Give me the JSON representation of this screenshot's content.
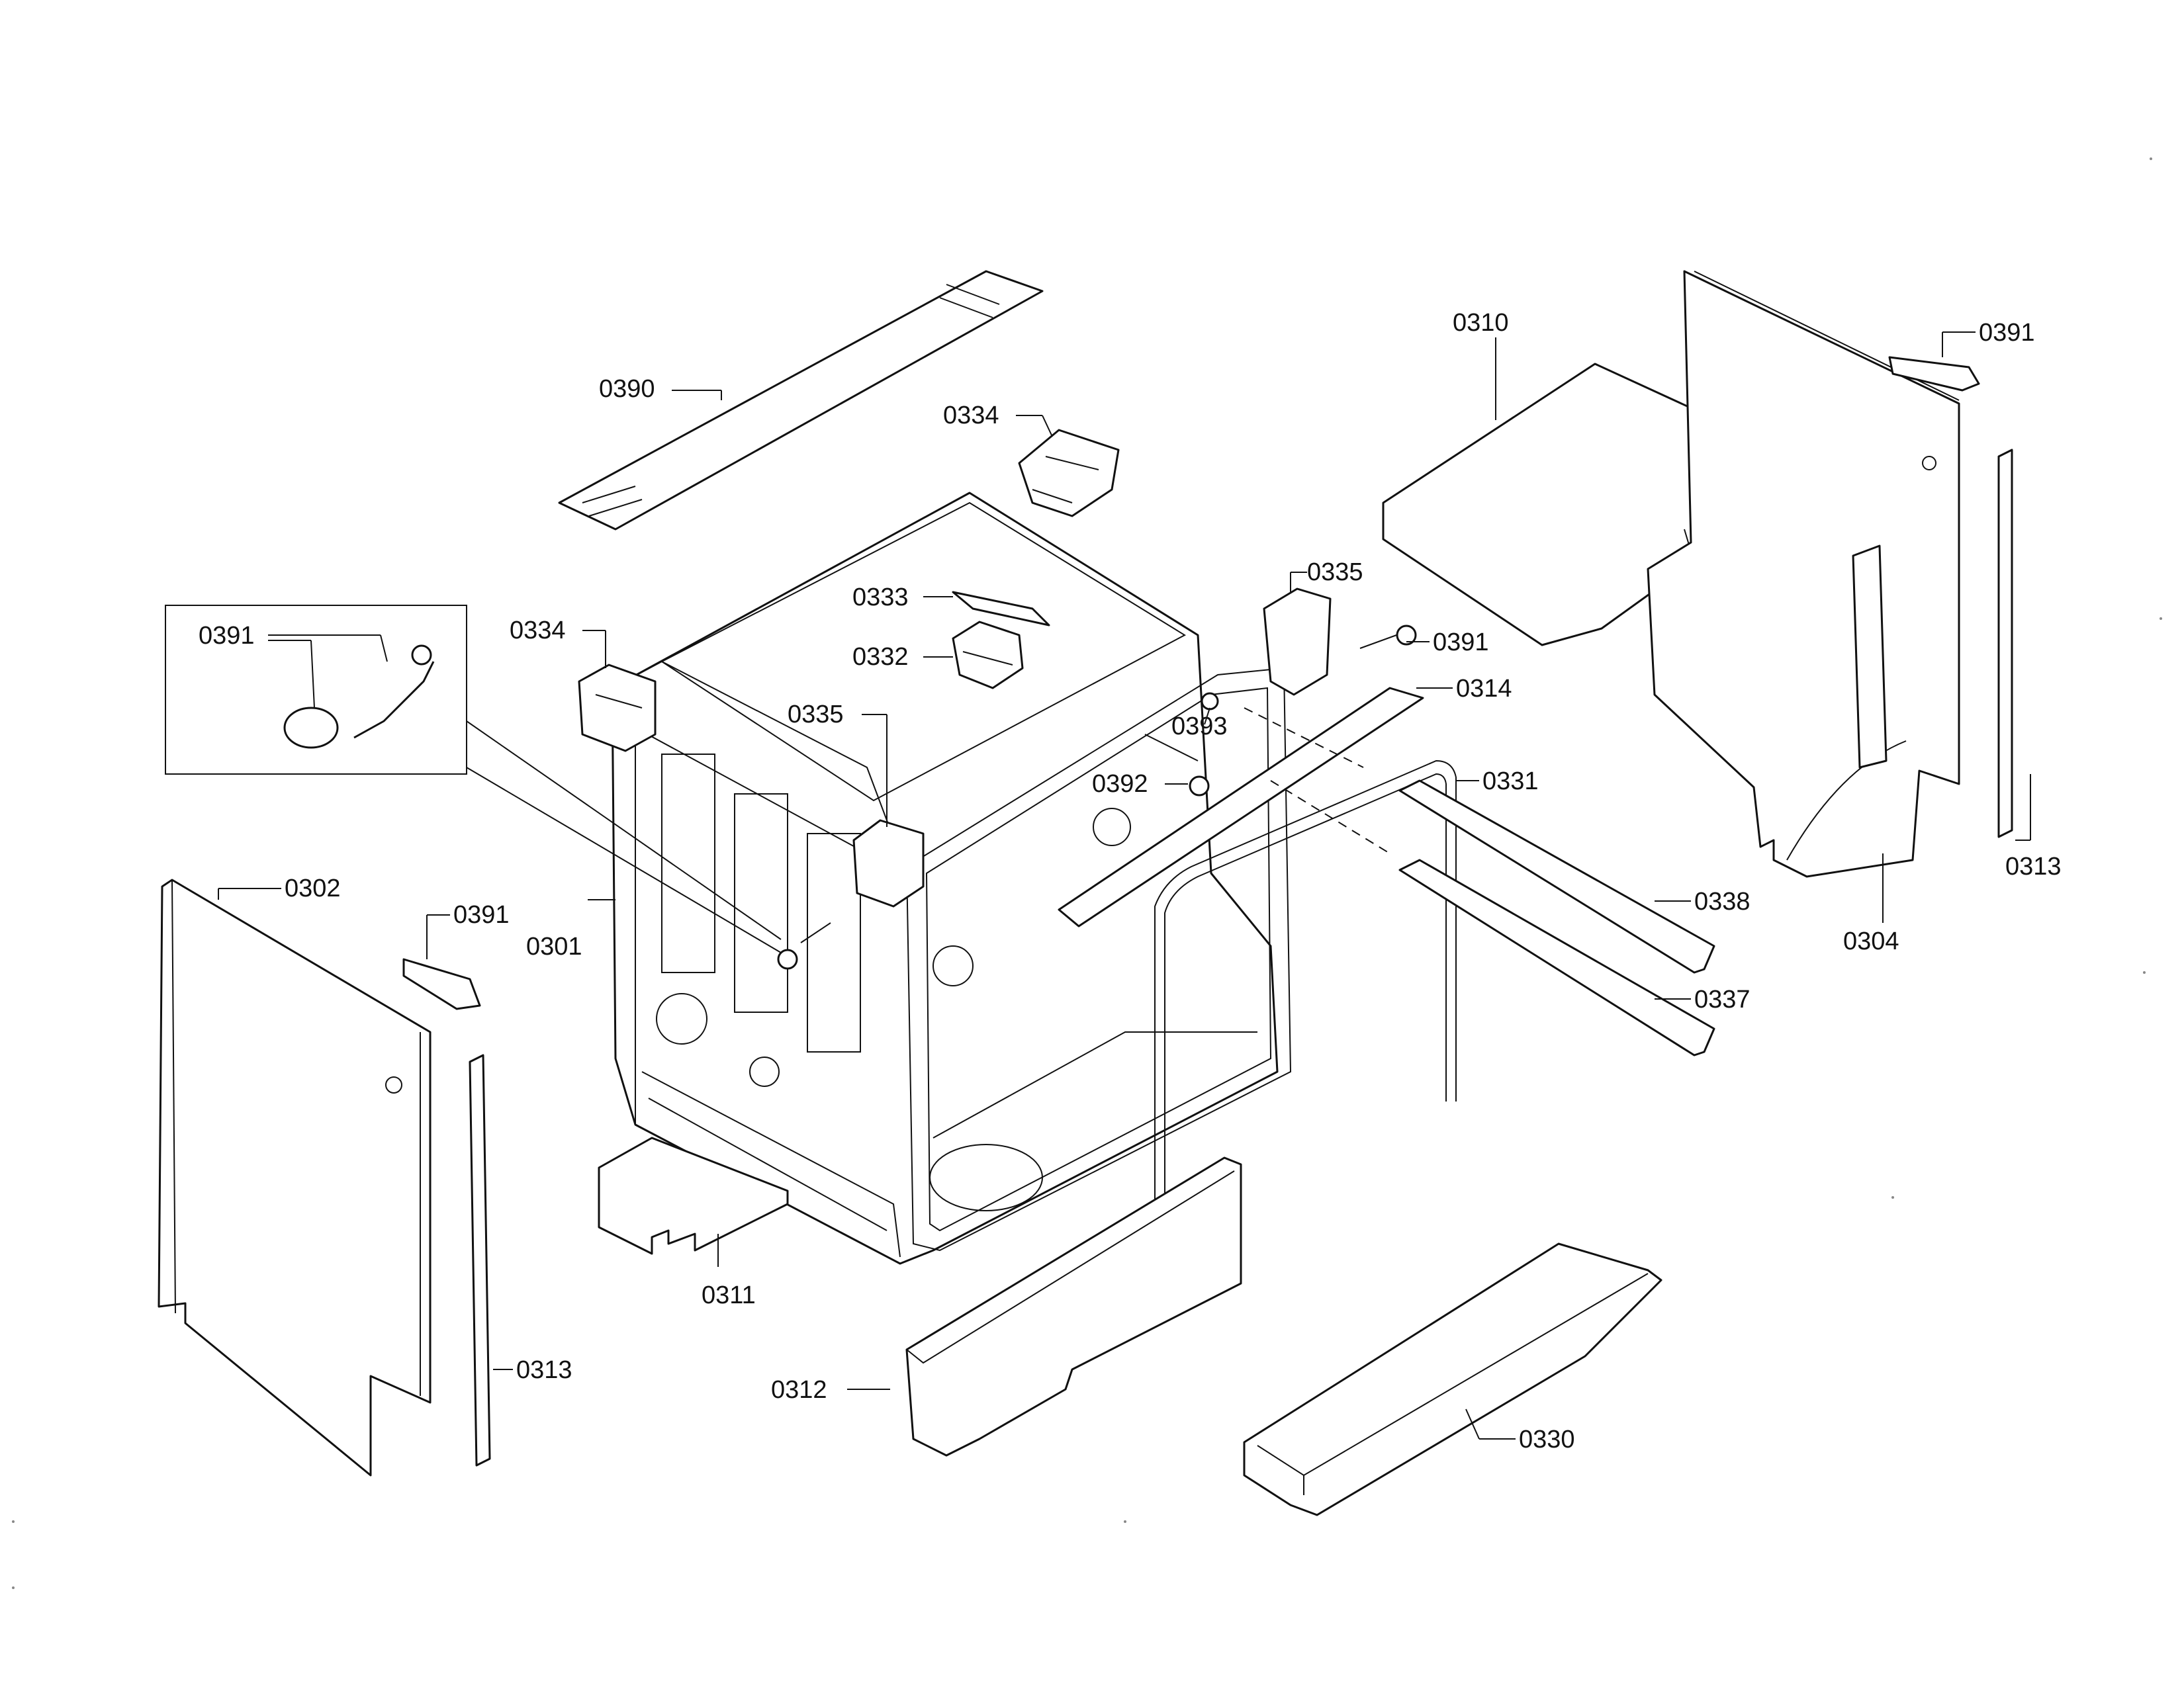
{
  "labels": {
    "l0390": "0390",
    "l0334a": "0334",
    "l0334b": "0334",
    "l0333": "0333",
    "l0332": "0332",
    "l0335a": "0335",
    "l0335b": "0335",
    "l0310": "0310",
    "l0391a": "0391",
    "l0391b": "0391",
    "l0391c": "0391",
    "l0391d": "0391",
    "l0393": "0393",
    "l0392": "0392",
    "l0314": "0314",
    "l0331": "0331",
    "l0338": "0338",
    "l0337": "0337",
    "l0313a": "0313",
    "l0313b": "0313",
    "l0304": "0304",
    "l0302": "0302",
    "l0301": "0301",
    "l0311": "0311",
    "l0312": "0312",
    "l0330": "0330"
  }
}
